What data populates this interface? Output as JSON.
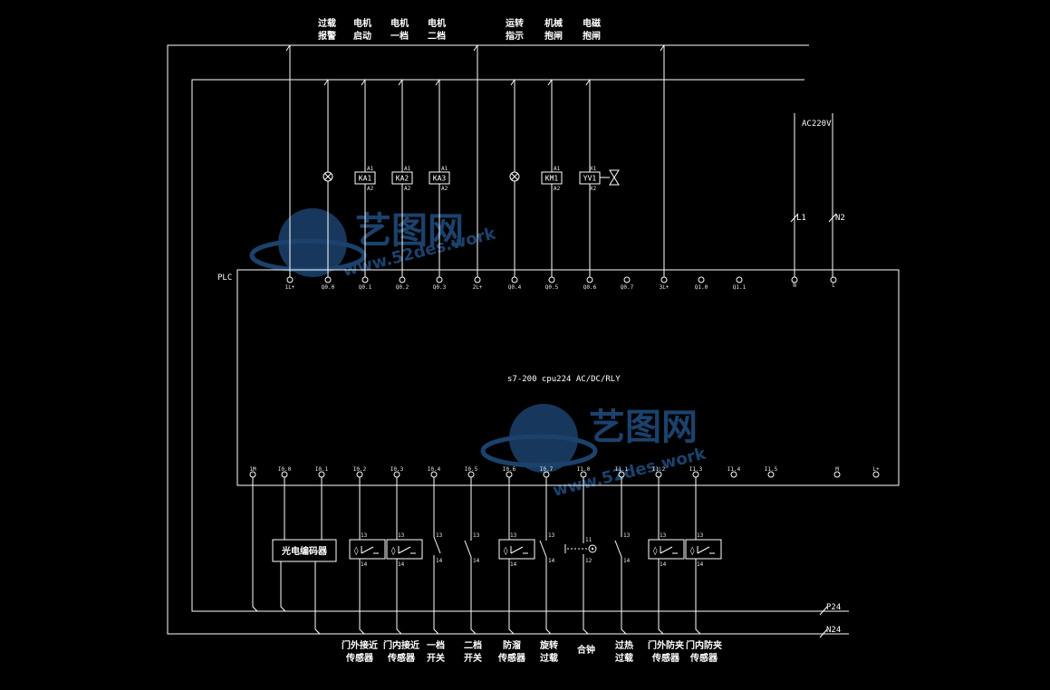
{
  "top_labels": [
    {
      "l1": "过载",
      "l2": "报警"
    },
    {
      "l1": "电机",
      "l2": "启动"
    },
    {
      "l1": "电机",
      "l2": "一档"
    },
    {
      "l1": "电机",
      "l2": "二档"
    },
    {
      "l1": "运转",
      "l2": "指示"
    },
    {
      "l1": "机械",
      "l2": "抱闸"
    },
    {
      "l1": "电磁",
      "l2": "抱闸"
    }
  ],
  "coils": [
    "KA1",
    "KA2",
    "KA3",
    "KM1",
    "YV1"
  ],
  "coil_pins": {
    "a1": "A1",
    "a2": "A2",
    "x1": "X1",
    "x2": "X2"
  },
  "plc_label": "PLC",
  "cpu_text": "s7-200  cpu224  AC/DC/RLY",
  "supply": {
    "voltage": "AC220V",
    "l1": "L1",
    "n2": "N2"
  },
  "output_terminals": [
    "1L+",
    "Q0.0",
    "Q0.1",
    "Q0.2",
    "Q0.3",
    "2L+",
    "Q0.4",
    "Q0.5",
    "Q0.6",
    "Q0.7",
    "3L+",
    "Q1.0",
    "Q1.1",
    "N",
    "L"
  ],
  "input_terminals": [
    "1M",
    "I0.0",
    "I0.1",
    "I0.2",
    "I0.3",
    "I0.4",
    "I0.5",
    "I0.6",
    "I0.7",
    "I1.0",
    "I1.1",
    "I1.2",
    "I1.3",
    "I1.4",
    "I1.5",
    "M",
    "L+"
  ],
  "encoder": "光电编码器",
  "contact_pins": {
    "p13": "13",
    "p14": "14",
    "p11": "11",
    "p12": "12"
  },
  "bus": {
    "p24": "P24",
    "n24": "N24"
  },
  "bottom_labels": [
    {
      "l1": "门外接近",
      "l2": "传感器"
    },
    {
      "l1": "门内接近",
      "l2": "传感器"
    },
    {
      "l1": "一档",
      "l2": "开关"
    },
    {
      "l1": "二档",
      "l2": "开关"
    },
    {
      "l1": "防溜",
      "l2": "传感器"
    },
    {
      "l1": "旋转",
      "l2": "过载"
    },
    {
      "l1": "合钟",
      "l2": ""
    },
    {
      "l1": "过热",
      "l2": "过载"
    },
    {
      "l1": "门外防夹",
      "l2": "传感器"
    },
    {
      "l1": "门内防夹",
      "l2": "传感器"
    }
  ],
  "watermark": {
    "cn": "艺图网",
    "url": "www.52des.work"
  },
  "colors": {
    "background": "#000000",
    "line": "#ffffff",
    "watermark": "#1f4a78"
  }
}
